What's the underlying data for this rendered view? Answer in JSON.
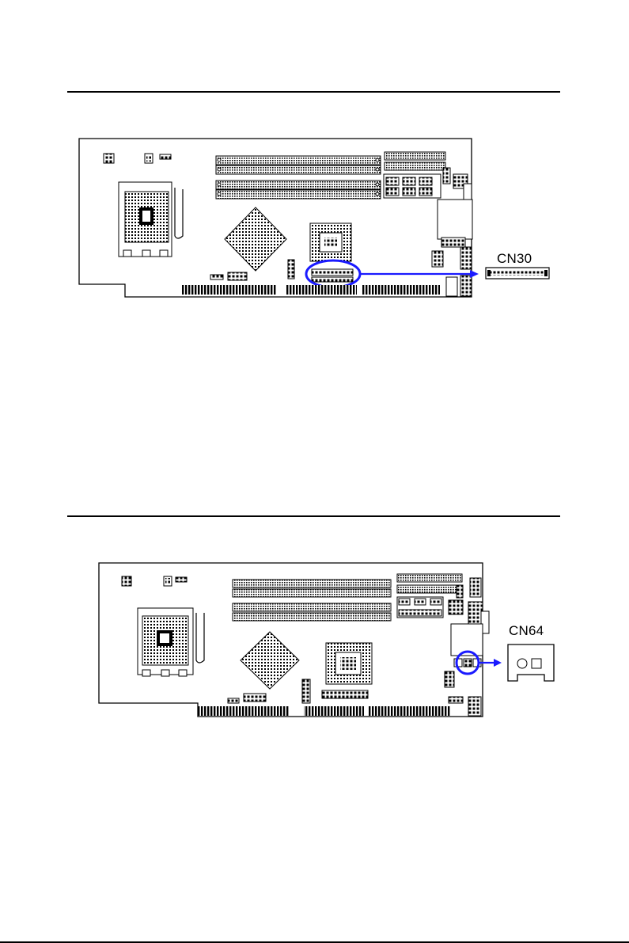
{
  "figures": [
    {
      "connector_label": "CN30",
      "highlight_color": "#1a1aff"
    },
    {
      "connector_label": "CN64",
      "highlight_color": "#1a1aff"
    }
  ],
  "icons": {
    "board": "motherboard-outline",
    "cpu": "cpu-socket",
    "chipset": "diamond-chip",
    "arrow": "arrow-right"
  }
}
